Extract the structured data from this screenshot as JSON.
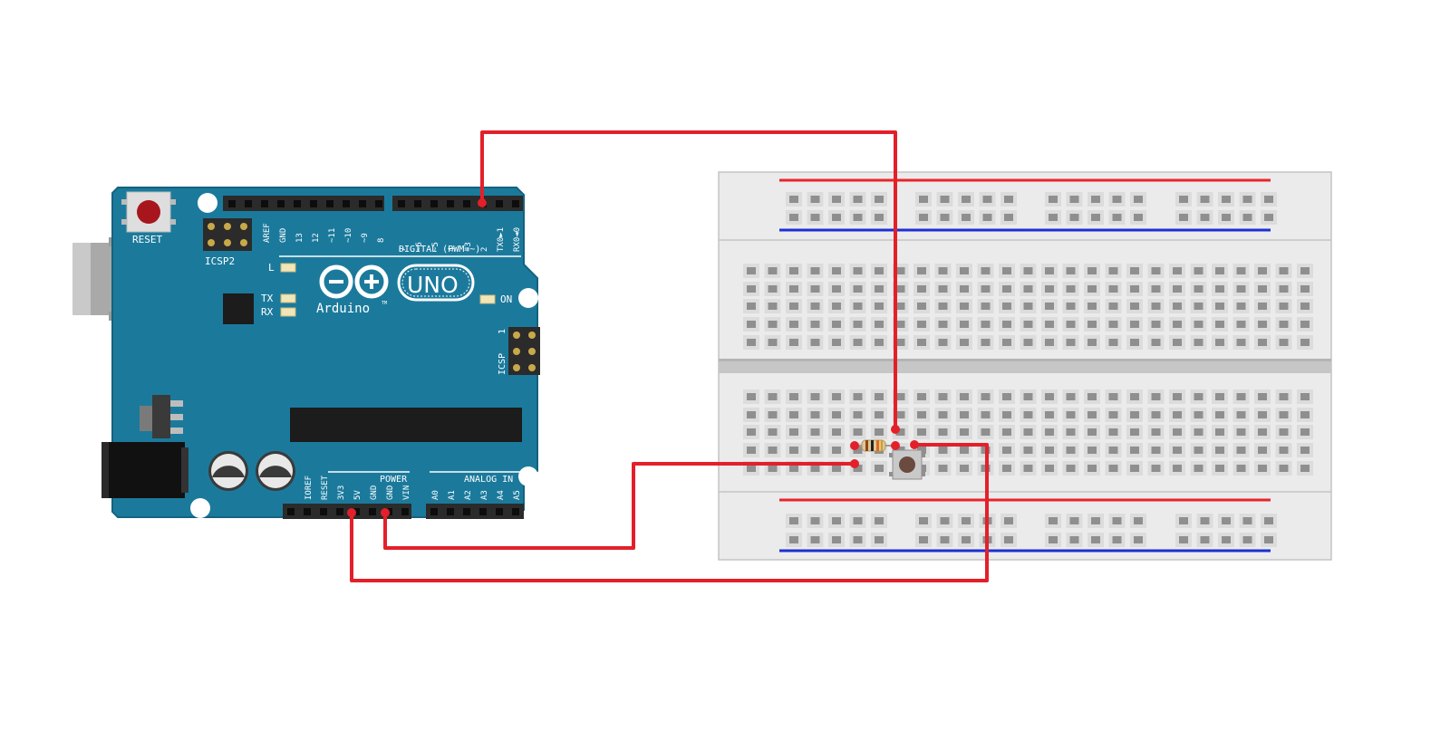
{
  "arduino": {
    "reset_label": "RESET",
    "icsp2_label": "ICSP2",
    "icsp_label": "ICSP",
    "icsp_pin1": "1",
    "brand": "Arduino",
    "trademark": "TM",
    "model": "UNO",
    "led_l": "L",
    "led_tx": "TX",
    "led_rx": "RX",
    "led_on": "ON",
    "digital_header_label": "DIGITAL (PWM=~)",
    "power_header_label": "POWER",
    "analog_header_label": "ANALOG IN",
    "digital_pins_left": [
      "AREF",
      "GND",
      "13",
      "12",
      "~11",
      "~10",
      "~9",
      "8"
    ],
    "digital_pins_right": [
      "7",
      "~6",
      "~5",
      "4",
      "~3",
      "2",
      "TX0►1",
      "RX0◄0"
    ],
    "power_pins": [
      "IOREF",
      "RESET",
      "3V3",
      "5V",
      "GND",
      "GND",
      "VIN"
    ],
    "analog_pins": [
      "A0",
      "A1",
      "A2",
      "A3",
      "A4",
      "A5"
    ],
    "colors": {
      "board": "#1b7a9c",
      "board_edge": "#15627e",
      "header": "#2b2b2b"
    }
  },
  "breadboard": {
    "colors": {
      "body": "#ebebeb",
      "hole": "#8f8f8f",
      "rail_positive": "#e8242b",
      "rail_negative": "#1c2fd6"
    }
  },
  "components": {
    "resistor": "resistor",
    "button": "pushbutton"
  },
  "wires": {
    "color": "#e3202a",
    "connections": [
      {
        "name": "wire-pin2-to-breadboard",
        "from": "Digital pin 2",
        "to": "breadboard"
      },
      {
        "name": "wire-gnd-to-resistor",
        "from": "GND",
        "to": "resistor"
      },
      {
        "name": "wire-5v-to-button",
        "from": "5V",
        "to": "pushbutton"
      }
    ]
  }
}
